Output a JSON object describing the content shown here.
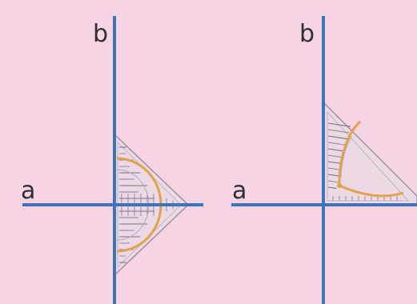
{
  "colors": {
    "background": "#f6d4e3",
    "axis": "#3c74b7",
    "protractor_arc": "#e3a14a",
    "set_square_fill": "#e9dbe6",
    "set_square_edge": "#9e8f9f",
    "label": "#2f2f2f"
  },
  "left_panel": {
    "horizontal_line_label": "a",
    "vertical_line_label": "b"
  },
  "right_panel": {
    "horizontal_line_label": "a",
    "vertical_line_label": "b"
  }
}
